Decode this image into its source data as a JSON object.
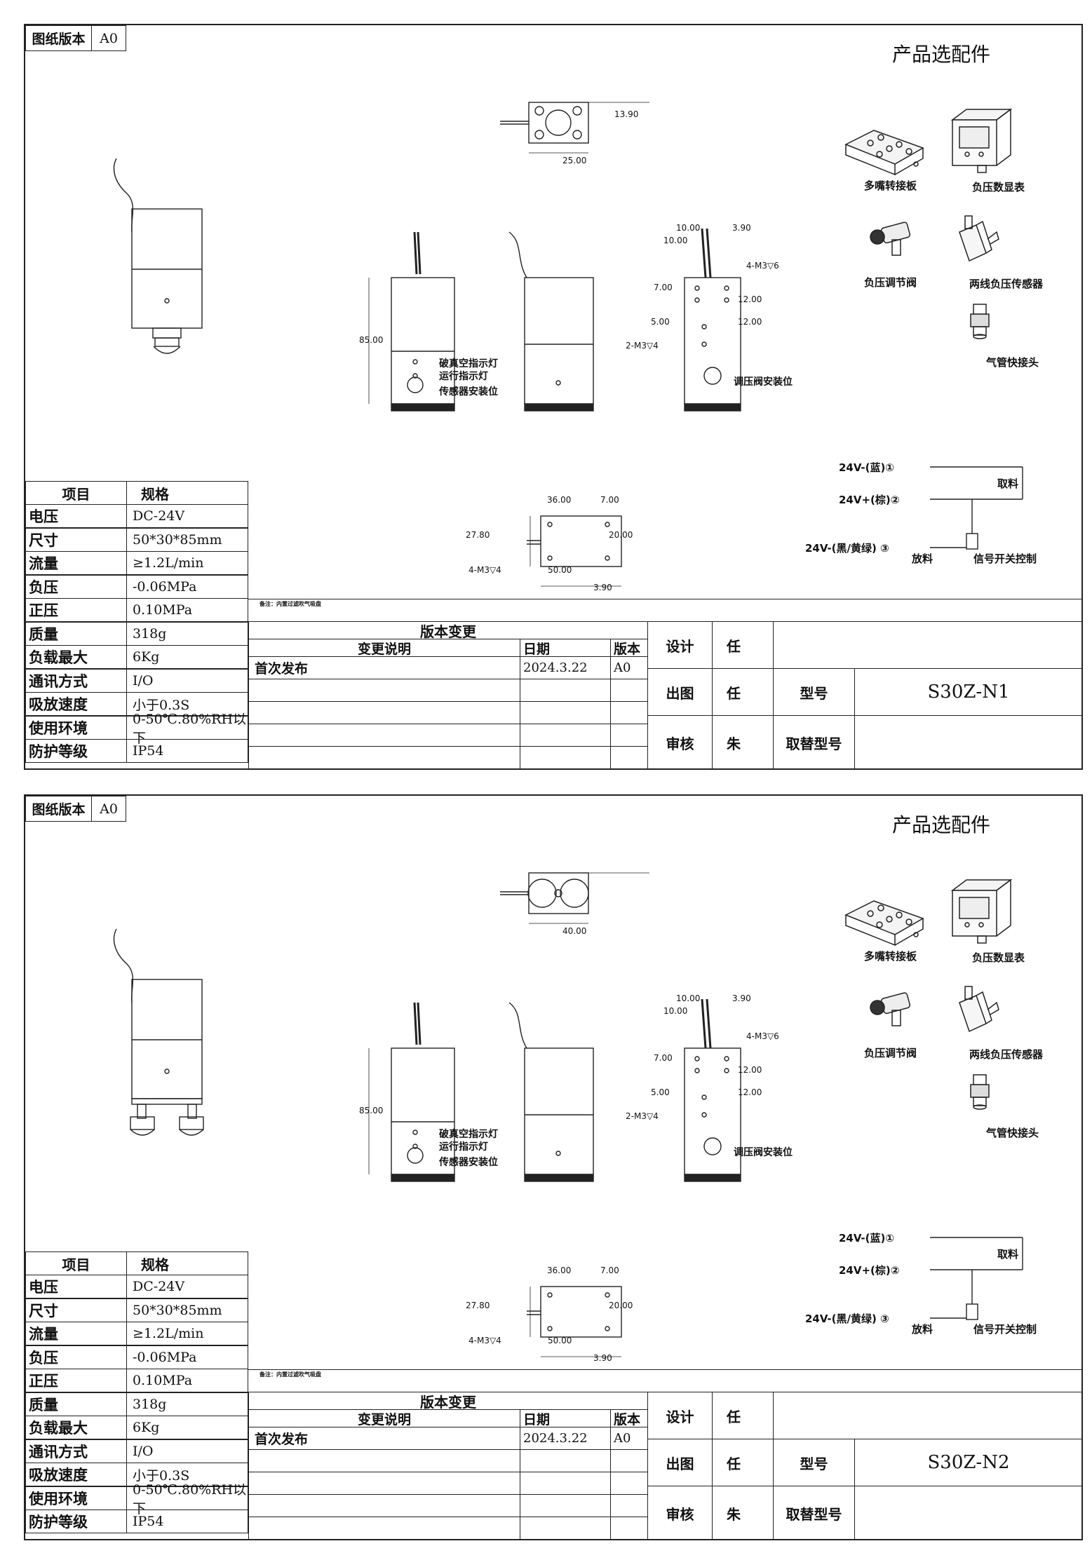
{
  "sheets": [
    {
      "drawing_version_label": "图纸版本",
      "drawing_version": "A0",
      "accessories_title": "产品选配件",
      "accessories": [
        "多嘴转接板",
        "负压数显表",
        "负压调节阀",
        "两线负压传感器",
        "气管快接头"
      ],
      "dims": {
        "top_w": "25.00",
        "top_h": "13.90",
        "side_h": "85.00",
        "r1": "10.00",
        "r2": "10.00",
        "r3": "3.90",
        "r4": "4-M3▽6",
        "r5": "7.00",
        "r6": "12.00",
        "r7": "5.00",
        "r8": "12.00",
        "r9": "2-M3▽4",
        "b1": "36.00",
        "b2": "7.00",
        "b3": "27.80",
        "b4": "20.00",
        "b5": "50.00",
        "b6": "4-M3▽4",
        "b7": "3.90"
      },
      "callouts": [
        "破真空指示灯",
        "运行指示灯",
        "传感器安装位",
        "调压阀安装位"
      ],
      "wiring": {
        "w1": "24V-(蓝)①",
        "w2": "24V+(棕)②",
        "w3": "24V-(黑/黄绿) ③",
        "get": "取料",
        "release": "放料",
        "signal": "信号开关控制"
      },
      "spec_header": [
        "项目",
        "规格"
      ],
      "specs": [
        [
          "电压",
          "DC-24V"
        ],
        [
          "尺寸",
          "50*30*85mm"
        ],
        [
          "流量",
          "≥1.2L/min"
        ],
        [
          "负压",
          "-0.06MPa"
        ],
        [
          "正压",
          "0.10MPa"
        ],
        [
          "质量",
          "318g"
        ],
        [
          "负载最大",
          "6Kg"
        ],
        [
          "通讯方式",
          "I/O"
        ],
        [
          "吸放速度",
          "小于0.3S"
        ],
        [
          "使用环境",
          "0-50℃.80%RH以下"
        ],
        [
          "防护等级",
          "IP54"
        ]
      ],
      "note": "备注：内置过滤吹气吸盘",
      "revision": {
        "title": "版本变更",
        "col_desc": "变更说明",
        "col_date": "日期",
        "col_ver": "版本",
        "row_desc": "首次发布",
        "row_date": "2024.3.22",
        "row_ver": "A0"
      },
      "title_block": {
        "design": "设计",
        "design_by": "任",
        "drawn": "出图",
        "drawn_by": "任",
        "review": "审核",
        "review_by": "朱",
        "model_label": "型号",
        "model": "S30Z-N1",
        "replace_label": "取替型号"
      }
    },
    {
      "drawing_version_label": "图纸版本",
      "drawing_version": "A0",
      "accessories_title": "产品选配件",
      "accessories": [
        "多嘴转接板",
        "负压数显表",
        "负压调节阀",
        "两线负压传感器",
        "气管快接头"
      ],
      "dims": {
        "top_w": "40.00",
        "top_h": "",
        "side_h": "85.00",
        "r1": "10.00",
        "r2": "10.00",
        "r3": "3.90",
        "r4": "4-M3▽6",
        "r5": "7.00",
        "r6": "12.00",
        "r7": "5.00",
        "r8": "12.00",
        "r9": "2-M3▽4",
        "b1": "36.00",
        "b2": "7.00",
        "b3": "27.80",
        "b4": "20.00",
        "b5": "50.00",
        "b6": "4-M3▽4",
        "b7": "3.90"
      },
      "callouts": [
        "破真空指示灯",
        "运行指示灯",
        "传感器安装位",
        "调压阀安装位"
      ],
      "wiring": {
        "w1": "24V-(蓝)①",
        "w2": "24V+(棕)②",
        "w3": "24V-(黑/黄绿) ③",
        "get": "取料",
        "release": "放料",
        "signal": "信号开关控制"
      },
      "spec_header": [
        "项目",
        "规格"
      ],
      "specs": [
        [
          "电压",
          "DC-24V"
        ],
        [
          "尺寸",
          "50*30*85mm"
        ],
        [
          "流量",
          "≥1.2L/min"
        ],
        [
          "负压",
          "-0.06MPa"
        ],
        [
          "正压",
          "0.10MPa"
        ],
        [
          "质量",
          "318g"
        ],
        [
          "负载最大",
          "6Kg"
        ],
        [
          "通讯方式",
          "I/O"
        ],
        [
          "吸放速度",
          "小于0.3S"
        ],
        [
          "使用环境",
          "0-50℃.80%RH以下"
        ],
        [
          "防护等级",
          "IP54"
        ]
      ],
      "note": "备注：内置过滤吹气吸盘",
      "revision": {
        "title": "版本变更",
        "col_desc": "变更说明",
        "col_date": "日期",
        "col_ver": "版本",
        "row_desc": "首次发布",
        "row_date": "2024.3.22",
        "row_ver": "A0"
      },
      "title_block": {
        "design": "设计",
        "design_by": "任",
        "drawn": "出图",
        "drawn_by": "任",
        "review": "审核",
        "review_by": "朱",
        "model_label": "型号",
        "model": "S30Z-N2",
        "replace_label": "取替型号"
      }
    }
  ]
}
